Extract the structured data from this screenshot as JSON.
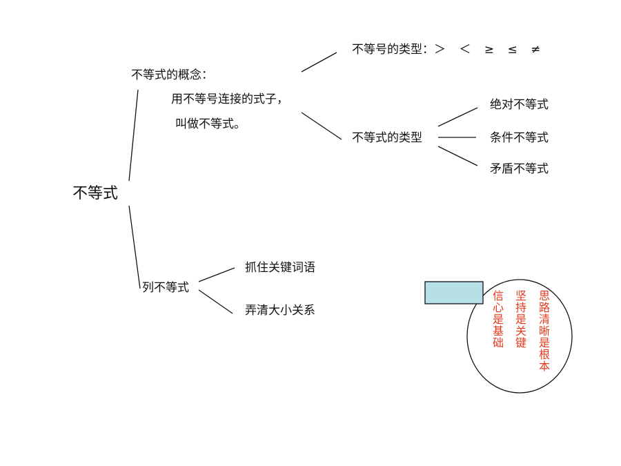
{
  "root": "不等式",
  "concept": {
    "heading": "不等式的概念：",
    "definition_line1": "用不等号连接的式子，",
    "definition_line2": "叫做不等式。",
    "sign_types": "不等号的类型：",
    "signs": "＞  ＜  ≥  ≤  ≠",
    "inequality_types": {
      "label": "不等式的类型",
      "items": [
        "绝对不等式",
        "条件不等式",
        "矛盾不等式"
      ]
    }
  },
  "formulate": {
    "label": "列不等式",
    "items": [
      "抓住关键词语",
      "弄清大小关系"
    ]
  },
  "callout": {
    "box_color": "#b7dfe6",
    "text_color": "#e23a1e",
    "columns": [
      "思路清晰是根本",
      "坚持是关键",
      "信心是基础"
    ]
  }
}
